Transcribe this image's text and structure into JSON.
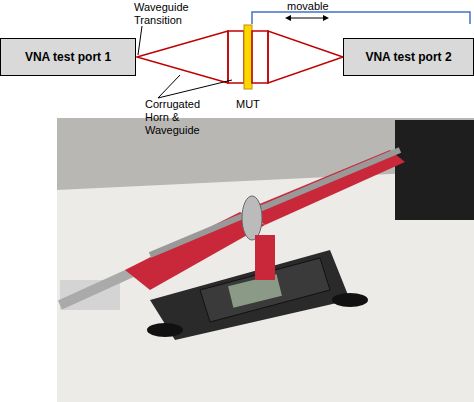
{
  "diagram": {
    "nodes": [
      {
        "text": [
          "VNA test port 1"
        ]
      },
      {
        "text": [
          "VNA test port 2"
        ]
      }
    ],
    "labels": [
      "Waveguide Transition",
      "movable",
      "Corrugated Horn & Waveguide",
      "MUT"
    ]
  }
}
